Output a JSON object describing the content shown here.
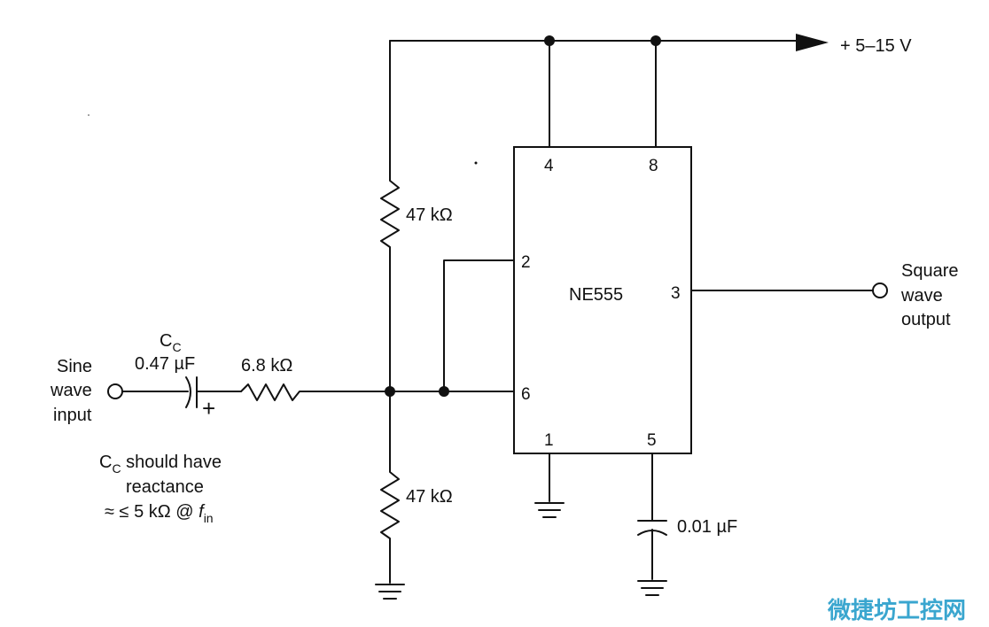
{
  "supply": {
    "label": "+ 5–15 V"
  },
  "chip": {
    "name": "NE555",
    "pins": {
      "p4": "4",
      "p8": "8",
      "p2": "2",
      "p3": "3",
      "p6": "6",
      "p1": "1",
      "p5": "5"
    }
  },
  "resistors": {
    "r_top": "47 kΩ",
    "r_bottom": "47 kΩ",
    "r_series": "6.8 kΩ"
  },
  "coupling_cap": {
    "name_main": "C",
    "name_sub": "C",
    "value": "0.47 µF",
    "polarity": "+"
  },
  "bypass_cap": {
    "value": "0.01 µF"
  },
  "input": {
    "line1": "Sine",
    "line2": "wave",
    "line3": "input"
  },
  "output": {
    "line1": "Square",
    "line2": "wave",
    "line3": "output"
  },
  "note": {
    "line1_main": "C",
    "line1_sub": "C",
    "line1_rest": " should have",
    "line2": "reactance",
    "line3_main": "≈ ≤ 5 kΩ @ ",
    "line3_f": "f",
    "line3_sub": "in"
  },
  "watermark": "微捷坊工控网"
}
